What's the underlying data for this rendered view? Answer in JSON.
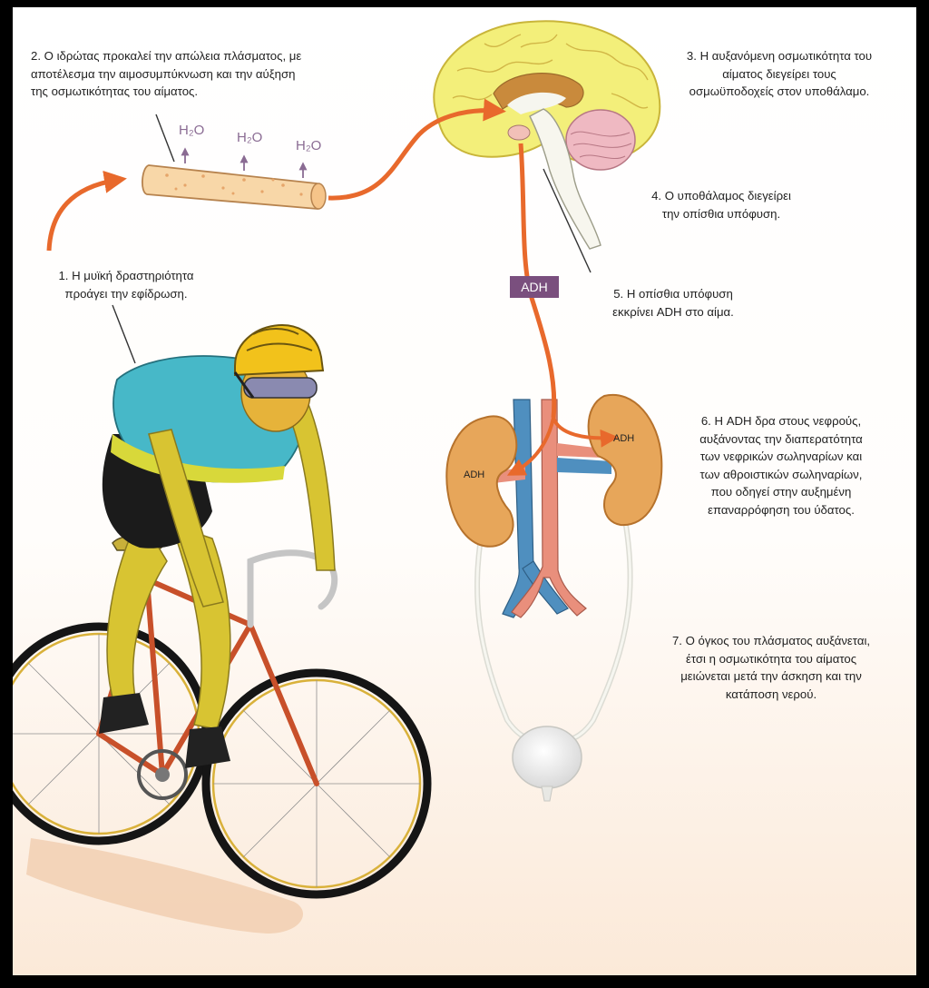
{
  "steps": {
    "s1": "1. Η μυϊκή δραστηριότητα\nπροάγει την εφίδρωση.",
    "s2": "2. Ο ιδρώτας προκαλεί την απώλεια πλάσματος, με\nαποτέλεσμα την αιμοσυμπύκνωση και την αύξηση\nτης οσμωτικότητας του αίματος.",
    "s3": "3. Η αυξανόμενη οσμωτικότητα του\nαίματος διεγείρει τους\nοσμωϋποδοχείς στον υποθάλαμο.",
    "s4": "4. Ο υποθάλαμος διεγείρει\nτην οπίσθια υπόφυση.",
    "s5": "5. Η οπίσθια υπόφυση\nεκκρίνει ADH στο αίμα.",
    "s6": "6. Η ADH δρα στους νεφρούς,\nαυξάνοντας την διαπερατότητα\nτων νεφρικών σωληναρίων και\nτων αθροιστικών σωληναρίων,\nπου οδηγεί στην αυξημένη\nεπαναρρόφηση του ύδατος.",
    "s7": "7. Ο όγκος του πλάσματος αυξάνεται,\nέτσι η οσμωτικότητα του αίματος\nμειώνεται μετά την άσκηση και την\nκατάποση νερού."
  },
  "water_labels": [
    "H₂O",
    "H₂O",
    "H₂O"
  ],
  "hormone_badge": "ADH",
  "kidney_labels": {
    "left": "ADH",
    "right": "ADH"
  },
  "colors": {
    "arrow": "#e8692c",
    "badge": "#7a4f7e",
    "water": "#8a6b93",
    "brain": "#f3ef7a",
    "kidney": "#e7a65a",
    "vein": "#4f8fbf",
    "artery": "#e98f7c",
    "jersey": "#47b8c8",
    "helmet": "#f2c21b"
  }
}
